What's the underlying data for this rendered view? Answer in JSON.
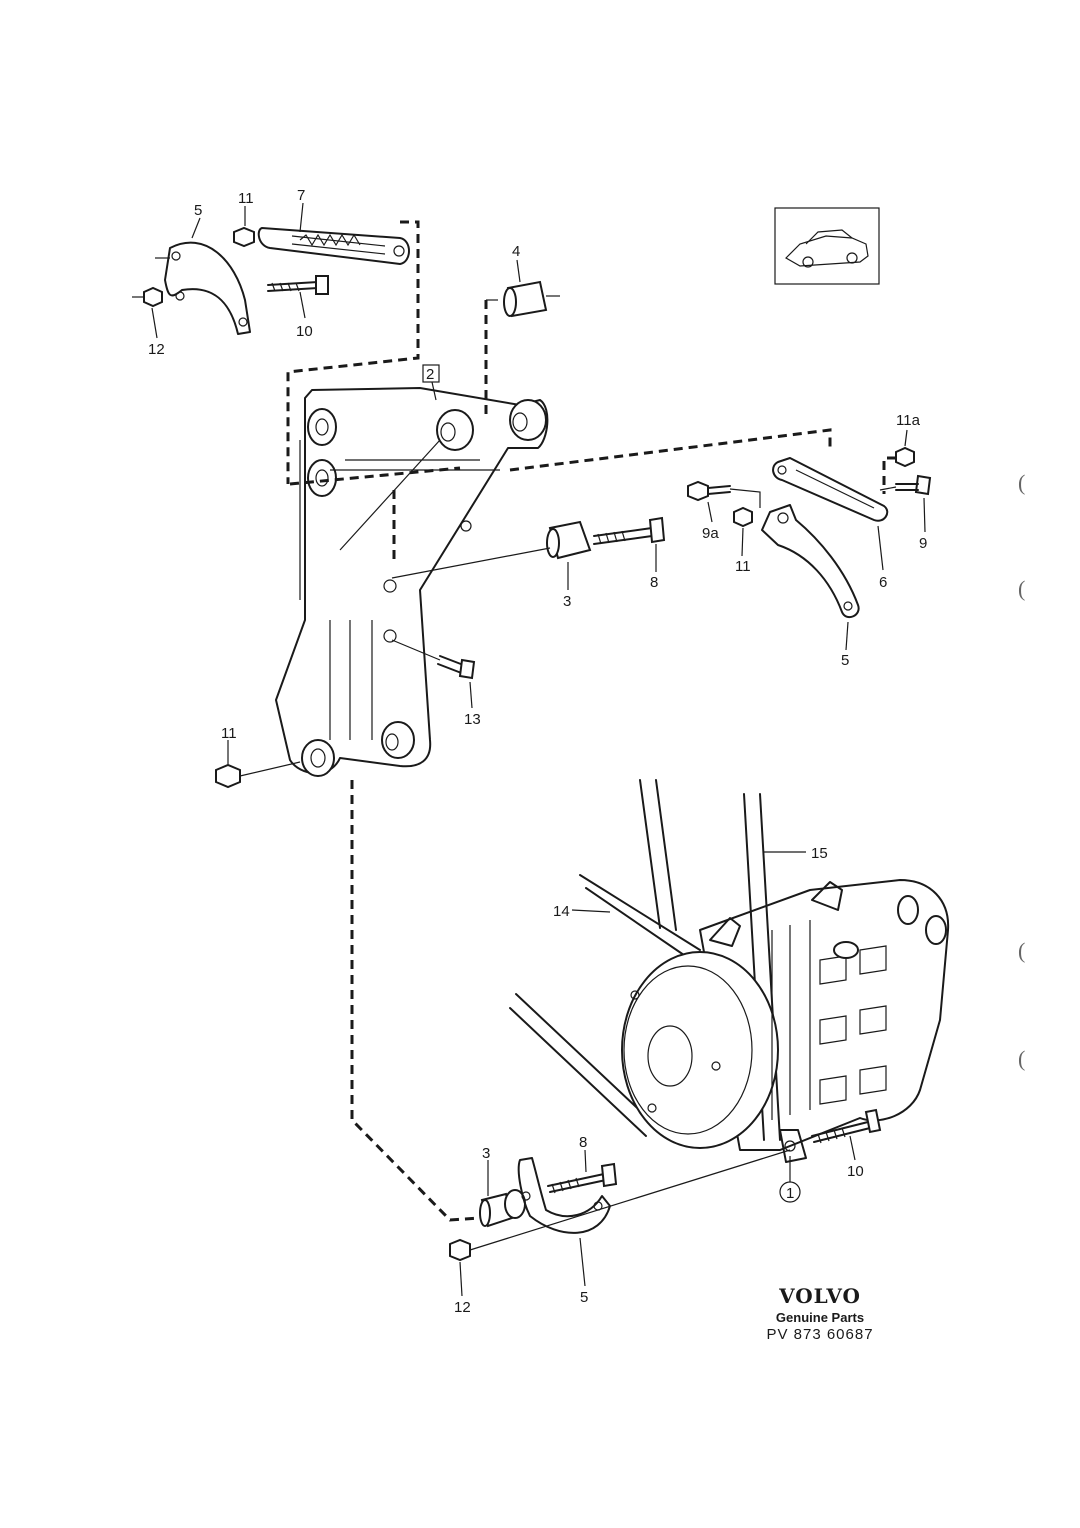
{
  "labels": {
    "l1": "1",
    "l2": "2",
    "l3a": "3",
    "l3b": "3",
    "l4": "4",
    "l5a": "5",
    "l5b": "5",
    "l5c": "5",
    "l6": "6",
    "l7": "7",
    "l8a": "8",
    "l8b": "8",
    "l9": "9",
    "l9a": "9a",
    "l10a": "10",
    "l10b": "10",
    "l11a": "11",
    "l11b": "11",
    "l11c": "11",
    "l11d": "11a",
    "l12a": "12",
    "l12b": "12",
    "l13": "13",
    "l14": "14",
    "l15": "15"
  },
  "brand": {
    "logo": "VOLVO",
    "subtitle": "Genuine Parts",
    "code": "PV 873 60687"
  },
  "icons": {
    "car_thumbnail": "sedan-car-icon"
  }
}
